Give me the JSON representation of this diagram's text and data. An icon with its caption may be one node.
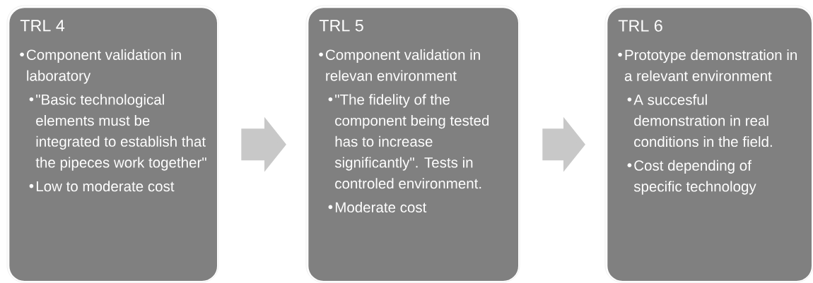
{
  "diagram": {
    "nodes": [
      {
        "text": [
          "TRL 4",
          "Component validation in laboratory",
          "\"Basic technological elements must be integrated to establish that the pipeces work together\"",
          "Low to moderate cost"
        ]
      },
      {
        "text": [
          "TRL 5",
          "Component validation in relevan environment",
          "\"The fidelity of the component being tested has to increase significantly\". Tests in controled environment.",
          "Moderate cost"
        ]
      },
      {
        "text": [
          "TRL 6",
          "Prototype demonstration in a relevant environment",
          "A succesful demonstration in real conditions in the field.",
          "Cost depending of specific technology"
        ]
      }
    ],
    "edges": [
      {
        "from": 0,
        "to": 1,
        "arrow": "to"
      },
      {
        "from": 1,
        "to": 2,
        "arrow": "to"
      }
    ]
  }
}
